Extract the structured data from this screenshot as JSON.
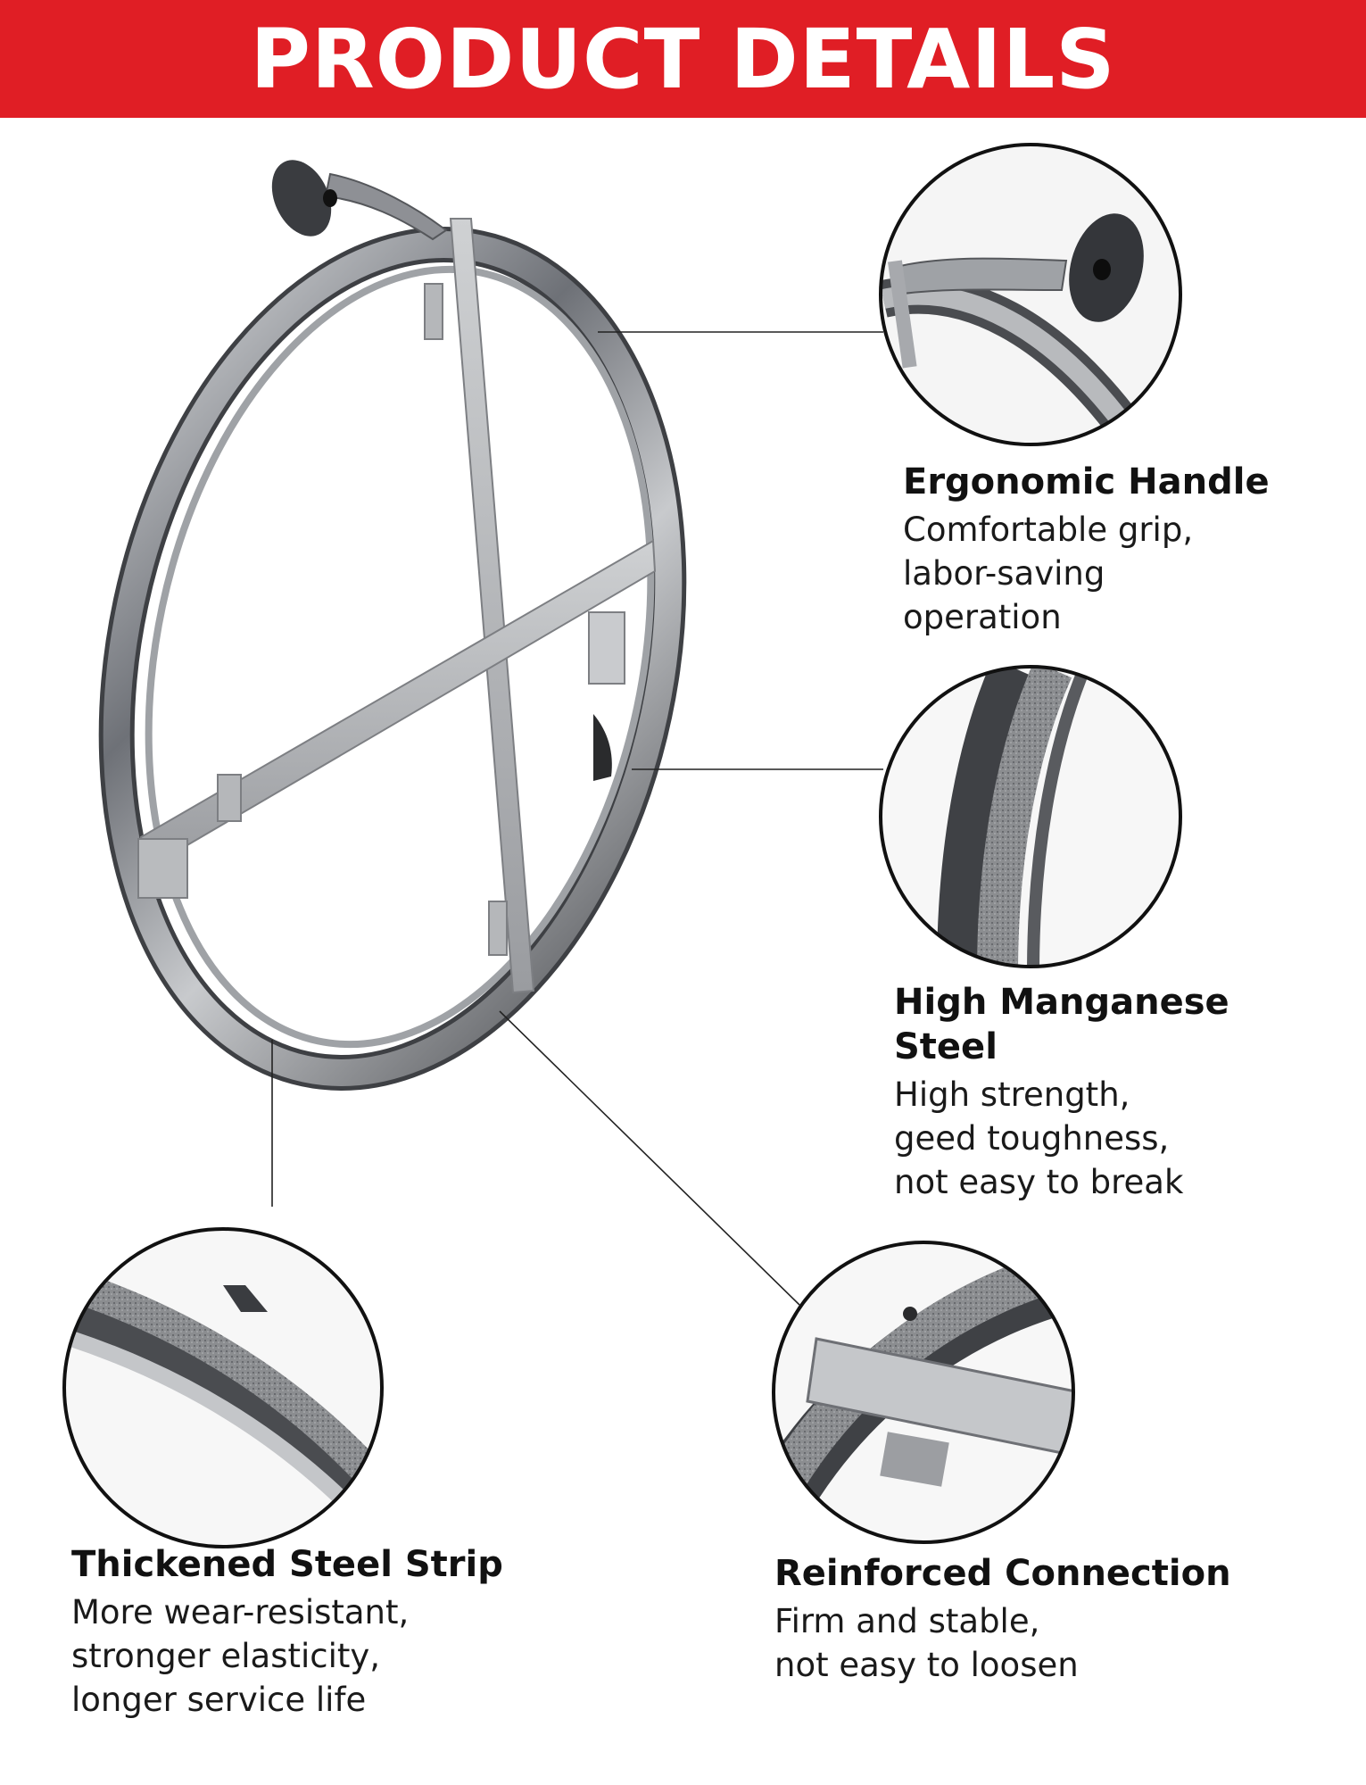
{
  "header": {
    "title": "PRODUCT DETAILS"
  },
  "features": [
    {
      "title": "Ergonomic Handle",
      "desc": [
        "Comfortable grip,",
        "labor-saving",
        "operation"
      ]
    },
    {
      "title": "High Manganese Steel",
      "desc": [
        "High strength,",
        "geed toughness,",
        "not easy to break"
      ]
    },
    {
      "title": "Thickened Steel Strip",
      "desc": [
        "More wear-resistant,",
        "stronger elasticity,",
        "longer service life"
      ]
    },
    {
      "title": "Reinforced Connection",
      "desc": [
        "Firm and stable,",
        "not easy to loosen"
      ]
    }
  ],
  "colors": {
    "header_bg": "#e01e25",
    "header_text": "#ffffff",
    "steel": "#8a8d92",
    "steel_dark": "#3d3f43"
  }
}
